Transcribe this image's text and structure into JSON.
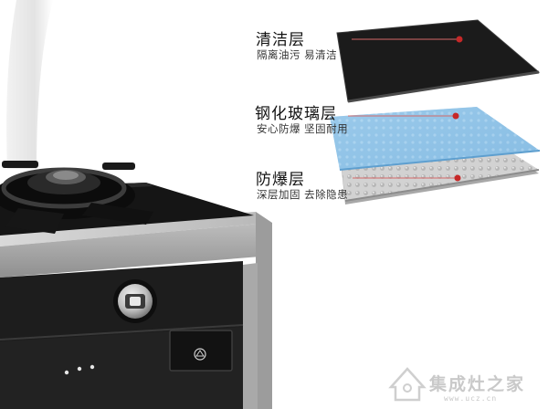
{
  "layers": [
    {
      "title": "清洁层",
      "subtitle": "隔离油污 易清洁"
    },
    {
      "title": "钢化玻璃层",
      "subtitle": "安心防爆 坚固耐用"
    },
    {
      "title": "防爆层",
      "subtitle": "深层加固 去除隐患"
    }
  ],
  "watermark": {
    "text": "集成灶之家",
    "url": "www.ucz.cn"
  },
  "colors": {
    "marker": "#c62828",
    "leader": "#d46a6a",
    "glass": "#8fc3e8",
    "panel": "#1c1c1c",
    "mesh": "#cfcfcf"
  }
}
